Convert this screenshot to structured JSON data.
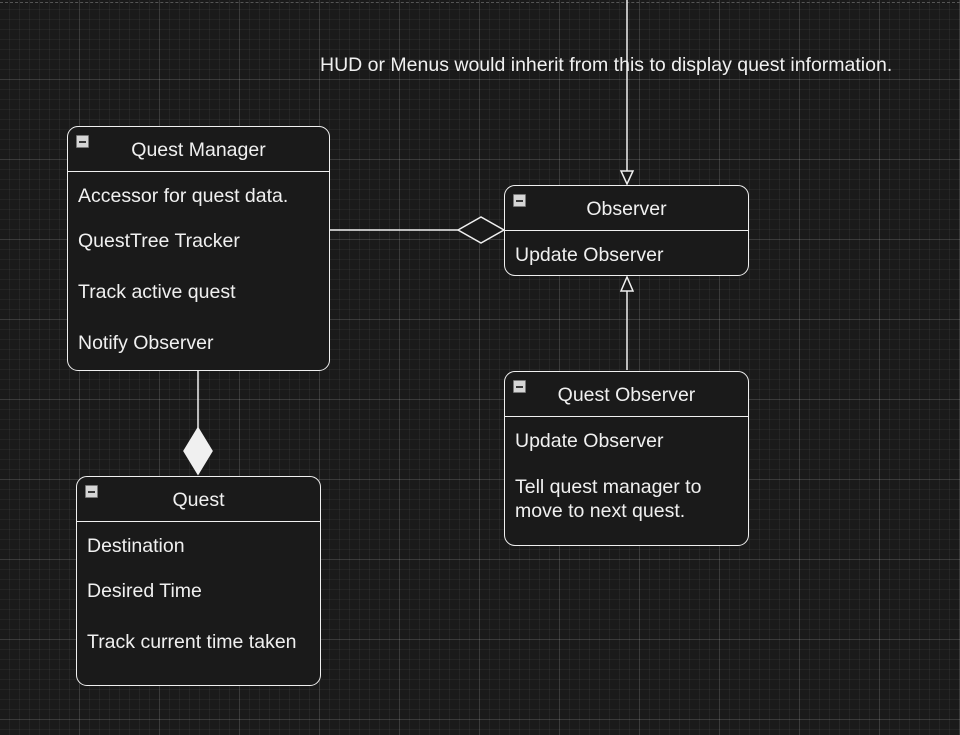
{
  "note": {
    "text": "HUD or Menus would inherit from this to display quest information."
  },
  "classes": {
    "quest_manager": {
      "title": "Quest Manager",
      "attributes": [
        "Accessor for quest data.",
        "QuestTree Tracker",
        "Track active quest",
        "Notify Observer"
      ]
    },
    "observer": {
      "title": "Observer",
      "attributes": [
        "Update Observer"
      ]
    },
    "quest_observer": {
      "title": "Quest Observer",
      "attributes": [
        "Update Observer",
        "Tell quest manager to",
        "move to next quest."
      ]
    },
    "quest": {
      "title": "Quest",
      "attributes": [
        "Destination",
        "Desired Time",
        "Track current time taken"
      ]
    }
  },
  "colors": {
    "background": "#1a1a1a",
    "stroke": "#f0f0f0",
    "grid": "#2e2e2e"
  }
}
